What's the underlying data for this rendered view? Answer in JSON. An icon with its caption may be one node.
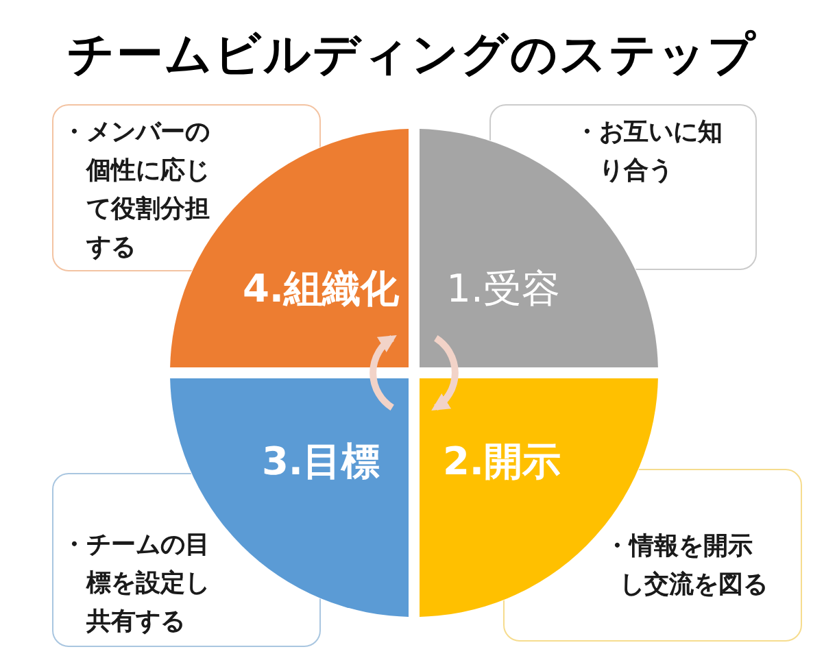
{
  "diagram": {
    "title": "チームビルディングのステップ",
    "nodes": [
      {
        "text": [
          "・メンバーの個性に応じて役割分担する"
        ]
      },
      {
        "text": [
          "・お互いに知り合う"
        ]
      },
      {
        "text": [
          "4.組織化"
        ]
      },
      {
        "text": [
          "1.受容"
        ]
      },
      {
        "text": [
          "3.目標"
        ]
      },
      {
        "text": [
          "2.開示"
        ]
      },
      {
        "text": [
          "・チームの目標を設定し共有する"
        ]
      },
      {
        "text": [
          "・情報を開示し交流を図る"
        ]
      }
    ]
  }
}
